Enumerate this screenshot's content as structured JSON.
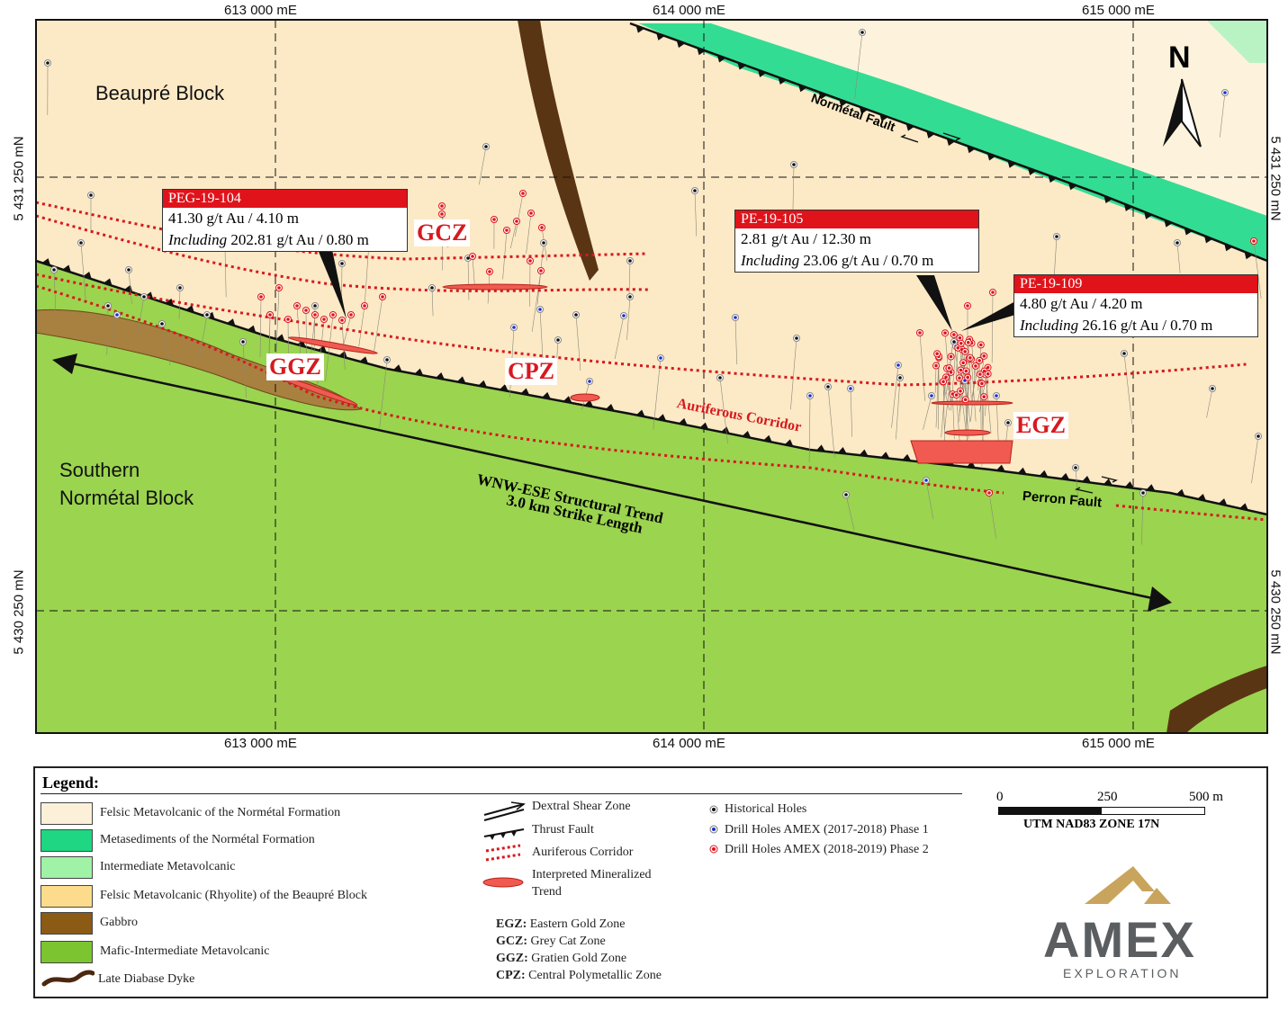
{
  "coordinates": {
    "top_easting": [
      "613 000 mE",
      "614 000 mE",
      "615 000 mE"
    ],
    "bottom_easting": [
      "613 000 mE",
      "614 000 mE",
      "615 000 mE"
    ],
    "left_northing": [
      "5 431 250 mN",
      "5 430 250 mN"
    ],
    "right_northing": [
      "5 431 250 mN",
      "5 430 250 mN"
    ]
  },
  "north_arrow": {
    "label": "N",
    "icon": "north-arrow-icon"
  },
  "map_labels": {
    "beaupre_block": "Beaupré Block",
    "southern_block_line1": "Southern",
    "southern_block_line2": "Normétal Block",
    "normetal_fault": "Normétal Fault",
    "perron_fault": "Perron Fault",
    "auriferous_corridor": "Auriferous Corridor",
    "trend_line1": "WNW-ESE Structural Trend",
    "trend_line2": "3.0 km Strike Length"
  },
  "zones": {
    "gcz": "GCZ",
    "ggz": "GGZ",
    "cpz": "CPZ",
    "egz": "EGZ"
  },
  "callouts": {
    "peg_19_104": {
      "hole": "PEG-19-104",
      "line1": "41.30 g/t Au / 4.10 m",
      "including_word": "Including",
      "line2": " 202.81 g/t Au / 0.80 m"
    },
    "pe_19_105": {
      "hole": "PE-19-105",
      "line1": "2.81 g/t Au / 12.30 m",
      "including_word": "Including",
      "line2": " 23.06 g/t Au / 0.70 m"
    },
    "pe_19_109": {
      "hole": "PE-19-109",
      "line1": "4.80 g/t Au / 4.20 m",
      "including_word": "Including",
      "line2": " 26.16 g/t Au / 0.70 m"
    }
  },
  "legend": {
    "title": "Legend:",
    "units": [
      {
        "label": "Felsic Metavolcanic of the Normétal Formation",
        "color": "#fdf0d8"
      },
      {
        "label": "Metasediments of the Normétal Formation",
        "color": "#1fd682"
      },
      {
        "label": "Intermediate Metavolcanic",
        "color": "#9ff2a6"
      },
      {
        "label": "Felsic Metavolcanic (Rhyolite) of the Beaupré Block",
        "color": "#fcdc8c"
      },
      {
        "label": "Gabbro",
        "color": "#8b5a14"
      },
      {
        "label": "Mafic-Intermediate Metavolcanic",
        "color": "#7cc531"
      },
      {
        "label": "Late Diabase Dyke",
        "color": "#4a2810"
      }
    ],
    "structures": [
      {
        "label": "Dextral Shear Zone",
        "icon": "dextral-shear-icon"
      },
      {
        "label": "Thrust Fault",
        "icon": "thrust-fault-icon"
      },
      {
        "label": "Auriferous Corridor",
        "icon": "auriferous-corridor-icon"
      },
      {
        "label_line1": "Interpreted Mineralized",
        "label_line2": "Trend",
        "icon": "mineralized-trend-icon"
      }
    ],
    "holes": [
      {
        "label": "Historical Holes",
        "color": "#111111"
      },
      {
        "label": "Drill Holes AMEX (2017-2018) Phase 1",
        "color": "#1a2fd0"
      },
      {
        "label": "Drill Holes AMEX (2018-2019) Phase 2",
        "color": "#e0131b"
      }
    ],
    "abbreviations": [
      {
        "code": "EGZ:",
        "name": " Eastern Gold Zone"
      },
      {
        "code": "GCZ:",
        "name": " Grey Cat Zone"
      },
      {
        "code": "GGZ:",
        "name": " Gratien Gold Zone"
      },
      {
        "code": "CPZ:",
        "name": " Central Polymetallic Zone"
      }
    ],
    "scale": {
      "ticks": [
        "0",
        "250",
        "500 m"
      ],
      "projection": "UTM NAD83 ZONE 17N"
    },
    "logo": {
      "name": "AMEX",
      "sub": "EXPLORATION",
      "gold": "#c9a45c"
    }
  }
}
